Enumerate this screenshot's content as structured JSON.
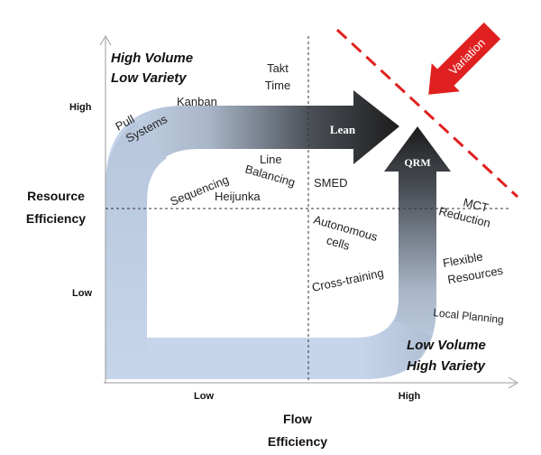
{
  "axes": {
    "y_title_line1": "Resource",
    "y_title_line2": "Efficiency",
    "x_title_line1": "Flow",
    "x_title_line2": "Efficiency",
    "y_high": "High",
    "y_low": "Low",
    "x_low": "Low",
    "x_high": "High"
  },
  "quadrant_titles": {
    "top_left_line1": "High Volume",
    "top_left_line2": "Low Variety",
    "bottom_right_line1": "Low Volume",
    "bottom_right_line2": "High Variety"
  },
  "arrows": {
    "lean": "Lean",
    "qrm": "QRM",
    "variation": "Variation"
  },
  "lean_terms": {
    "takt_line1": "Takt",
    "takt_line2": "Time",
    "kanban": "Kanban",
    "pull_line1": "Pull",
    "pull_line2": "Systems",
    "line_balancing_line1": "Line",
    "line_balancing_line2": "Balancing",
    "sequencing": "Sequencing",
    "heijunka": "Heijunka",
    "smed": "SMED"
  },
  "qrm_terms": {
    "mct_line1": "MCT",
    "mct_line2": "Reduction",
    "autonomous_line1": "Autonomous",
    "autonomous_line2": "cells",
    "cross_training": "Cross-training",
    "flexible_line1": "Flexible",
    "flexible_line2": "Resources",
    "local_planning": "Local Planning"
  },
  "colors": {
    "arrow_light": "#c6d5ea",
    "arrow_dark": "#1f1f1f",
    "variation_red": "#e02020"
  }
}
